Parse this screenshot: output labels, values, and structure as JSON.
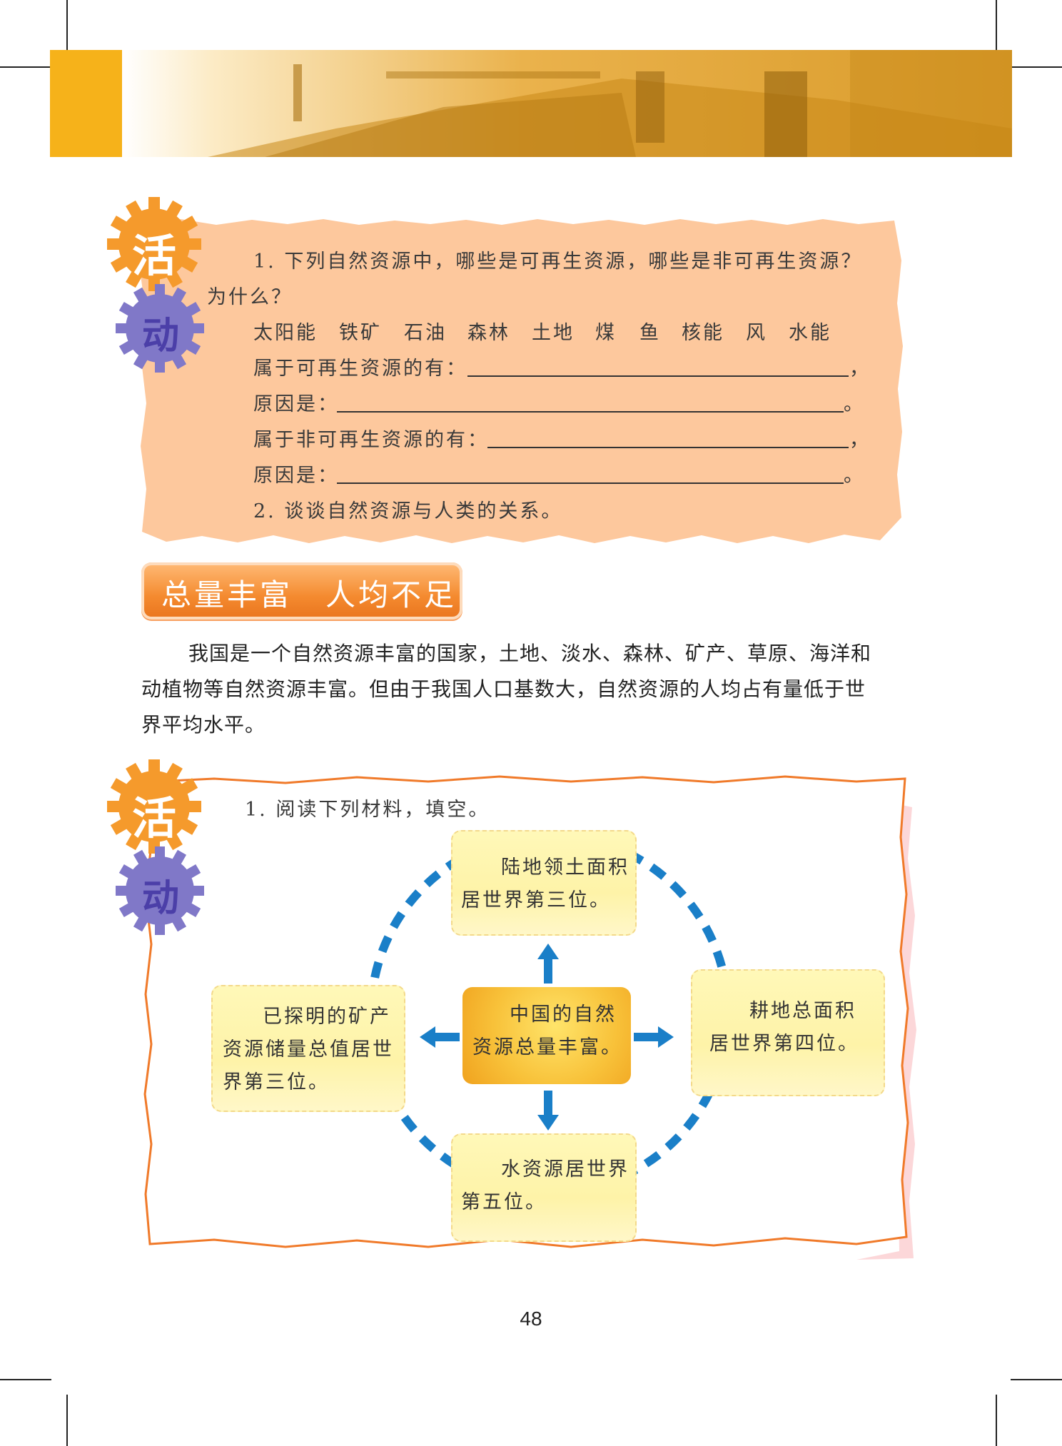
{
  "activity_gear": {
    "top_char": "活",
    "bottom_char": "动"
  },
  "activity1": {
    "q1_line1": "1. 下列自然资源中，哪些是可再生资源，哪些是非可再生资源？",
    "q1_line2": "为什么？",
    "resources": [
      "太阳能",
      "铁矿",
      "石油",
      "森林",
      "土地",
      "煤",
      "鱼",
      "核能",
      "风",
      "水能"
    ],
    "renewable_label": "属于可再生资源的有：",
    "reason_label": "原因是：",
    "nonrenewable_label": "属于非可再生资源的有：",
    "comma": "，",
    "period": "。",
    "q2": "2. 谈谈自然资源与人类的关系。"
  },
  "section_title": "总量丰富　人均不足",
  "paragraph": {
    "line1": "我国是一个自然资源丰富的国家，土地、淡水、森林、矿产、草原、海洋和",
    "line2": "动植物等自然资源丰富。但由于我国人口基数大，自然资源的人均占有量低于世",
    "line3": "界平均水平。"
  },
  "activity2": {
    "q1": "1. 阅读下列材料，填空。",
    "center": [
      "中国的自然",
      "资源总量丰富。"
    ],
    "top": [
      "陆地领土面积",
      "居世界第三位。"
    ],
    "left": [
      "已探明的矿产",
      "资源储量总值居世",
      "界第三位。"
    ],
    "right": [
      "耕地总面积",
      "居世界第四位。"
    ],
    "bottom": [
      "水资源居世界",
      "第五位。"
    ]
  },
  "page_number": "48",
  "colors": {
    "accent_orange": "#f6b21a",
    "gear_orange": "#f59a2c",
    "gear_purple": "#8078c8",
    "activity_bg": "#fdc89d",
    "arrow_blue": "#1a7fc8"
  }
}
